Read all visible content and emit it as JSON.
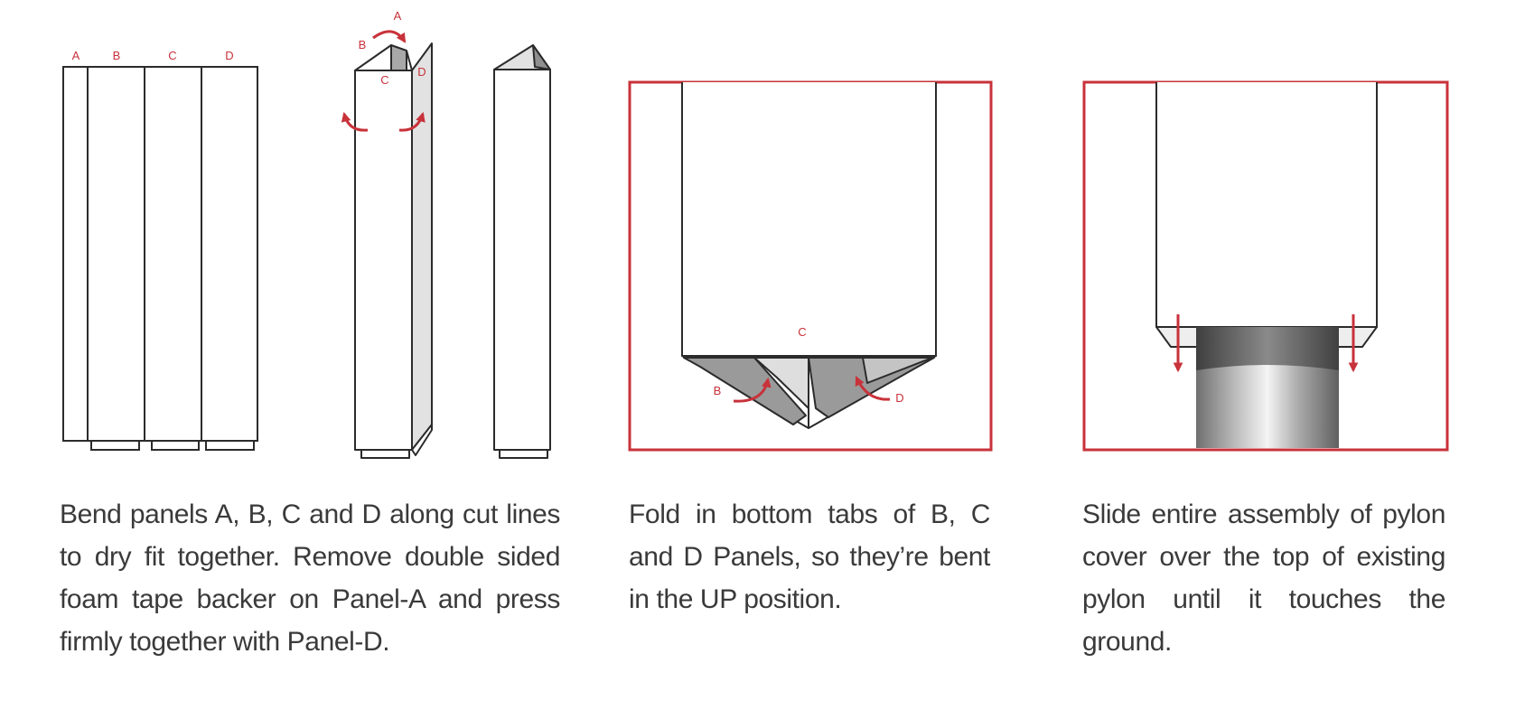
{
  "colors": {
    "accent": "#c8323a",
    "line": "#2b2b2b",
    "panel_shade": "#e2e2e2",
    "flap_dark": "#9a9a9a",
    "caption_text": "#3a3a3a"
  },
  "step1": {
    "flat_labels": [
      "A",
      "B",
      "C",
      "D"
    ],
    "folded_labels": {
      "a": "A",
      "b": "B",
      "c": "C",
      "d": "D"
    },
    "caption": "Bend panels A, B, C and D along cut lines to dry fit together. Remove double sided foam tape backer on Panel-A and press firmly together with Panel-D."
  },
  "step2": {
    "labels": {
      "b": "B",
      "c": "C",
      "d": "D"
    },
    "caption": "Fold in bottom tabs of B, C and D Panels, so they’re bent in the UP position."
  },
  "step3": {
    "caption": "Slide entire assembly of pylon cover over the top of existing pylon until it touches the ground."
  }
}
